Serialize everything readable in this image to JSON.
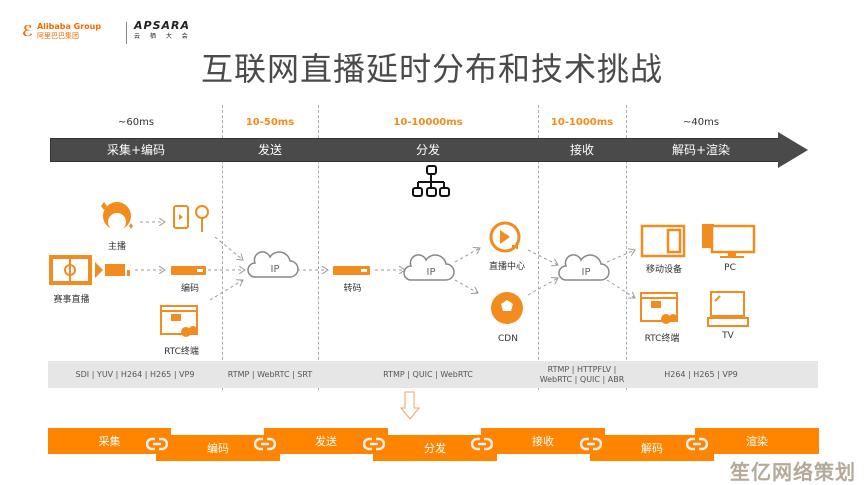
{
  "logos": {
    "alibaba_en": "Alibaba Group",
    "alibaba_cn": "阿里巴巴集团",
    "apsara_en": "APSARA",
    "apsara_cn": "云 栖 大 会"
  },
  "title": "互联网直播延时分布和技术挑战",
  "stages": [
    {
      "label": "采集+编码",
      "latency": "~60ms",
      "latency_color": "#333333"
    },
    {
      "label": "发送",
      "latency": "10-50ms",
      "latency_color": "#f28c1e"
    },
    {
      "label": "分发",
      "latency": "10-10000ms",
      "latency_color": "#f28c1e"
    },
    {
      "label": "接收",
      "latency": "10-1000ms",
      "latency_color": "#f28c1e"
    },
    {
      "label": "解码+渲染",
      "latency": "~40ms",
      "latency_color": "#333333"
    }
  ],
  "nodes": {
    "anchor": "主播",
    "sports_live": "赛事直播",
    "encoder": "编码",
    "rtc_terminal_src": "RTC终端",
    "ip_send": "IP",
    "transcode": "转码",
    "ip_dist": "IP",
    "live_center": "直播中心",
    "cdn": "CDN",
    "ip_recv": "IP",
    "mobile": "移动设备",
    "pc": "PC",
    "rtc_terminal_dst": "RTC终端",
    "tv": "TV"
  },
  "protocols": [
    "SDI | YUV | H264 | H265 | VP9",
    "RTMP | WebRTC | SRT",
    "RTMP  | QUIC | WebRTC",
    "RTMP | HTTPFLV | WebRTC | QUIC | ABR",
    "H264 | H265 | VP9"
  ],
  "protocol_recv_lines": [
    "RTMP | HTTPFLV |",
    "WebRTC | QUIC | ABR"
  ],
  "chain": [
    "采集",
    "编码",
    "发送",
    "分发",
    "接收",
    "解码",
    "渲染"
  ],
  "watermark": "笙亿网络策划",
  "colors": {
    "accent": "#ff8400",
    "band": "#4a4a4a",
    "proto_bg": "#e6e6e6",
    "latency_orange": "#f28c1e"
  }
}
